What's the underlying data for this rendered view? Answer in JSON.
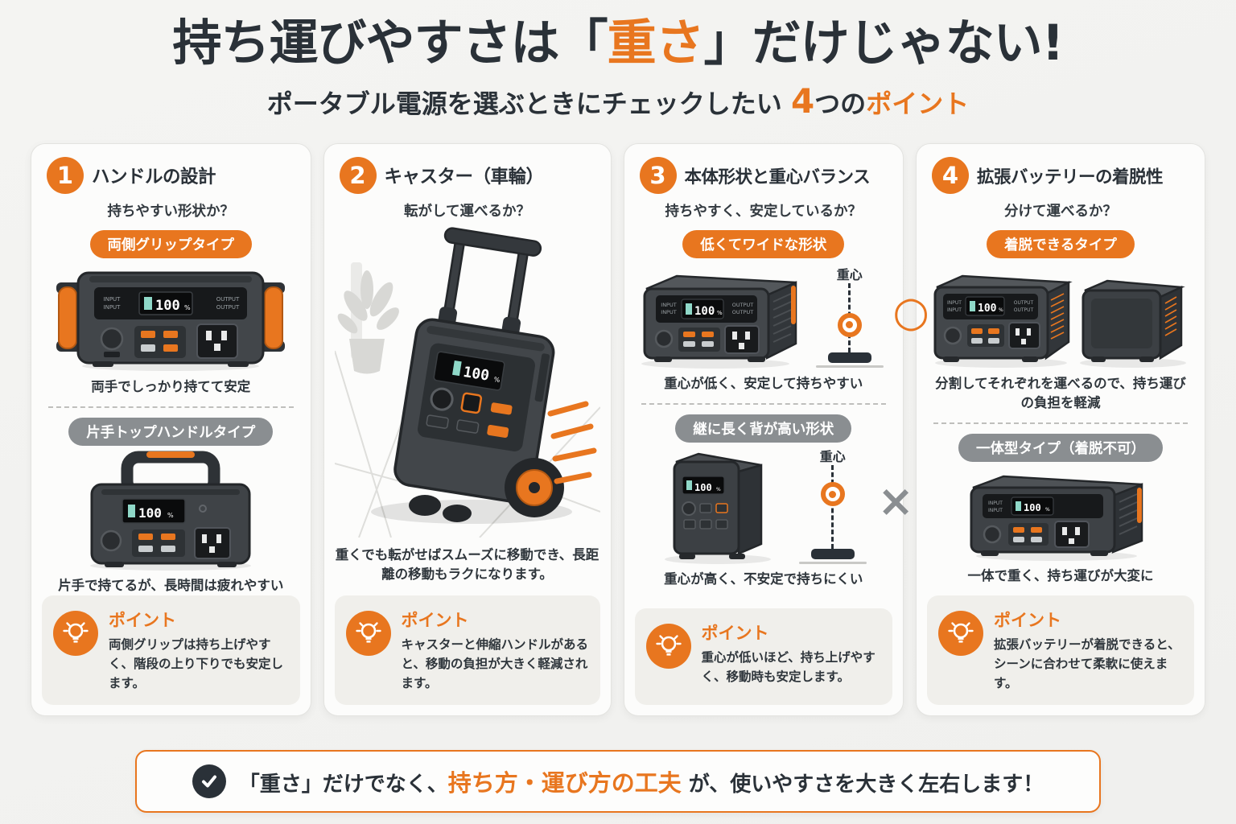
{
  "page": {
    "title": {
      "pre": "持ち運びやすさは",
      "bracket_open": "「",
      "accent": "重さ",
      "bracket_close": "」",
      "post": "だけじゃない!"
    },
    "subtitle": {
      "pre": "ポータブル電源を選ぶときにチェックしたい ",
      "num": "4",
      "mid": "つの",
      "accent": "ポイント"
    }
  },
  "device": {
    "display_pct": "100",
    "pct_sign": "%",
    "input_label": "INPUT",
    "output_label": "OUTPUT"
  },
  "cards": [
    {
      "number": "1",
      "title": "ハンドルの設計",
      "question": "持ちやすい形状か？",
      "sections": [
        {
          "badge": "両側グリップタイプ",
          "caption": "両手でしっかり持てて安定"
        },
        {
          "badge": "片手トップハンドルタイプ",
          "caption": "片手で持てるが、長時間は疲れやすい"
        }
      ],
      "point": {
        "label": "ポイント",
        "text": "両側グリップは持ち上げやすく、階段の上り下りでも安定します。"
      }
    },
    {
      "number": "2",
      "title": "キャスター（車輪）",
      "question": "転がして運べるか？",
      "caption": "重くでも転がせばスムーズに移動でき、長距離の移動もラクになります。",
      "point": {
        "label": "ポイント",
        "text": "キャスターと伸縮ハンドルがあると、移動の負担が大きく軽減されます。"
      }
    },
    {
      "number": "3",
      "title": "本体形状と重心バランス",
      "question": "持ちやすく、安定しているか？",
      "sections": [
        {
          "badge": "低くてワイドな形状",
          "caption": "重心が低く、安定して持ちやすい",
          "cg_label": "重心",
          "mark": "○"
        },
        {
          "badge": "継に長く背が高い形状",
          "caption": "重心が高く、不安定で持ちにくい",
          "cg_label": "重心",
          "mark": "×"
        }
      ],
      "point": {
        "label": "ポイント",
        "text": "重心が低いほど、持ち上げやすく、移動時も安定します。"
      }
    },
    {
      "number": "4",
      "title": "拡張バッテリーの着脱性",
      "question": "分けて運べるか？",
      "sections": [
        {
          "badge": "着脱できるタイプ",
          "caption": "分割してそれぞれを運べるので、持ち運びの負担を軽減"
        },
        {
          "badge": "一体型タイプ（着脱不可）",
          "caption": "一体で重く、持ち運びが大変に"
        }
      ],
      "point": {
        "label": "ポイント",
        "text": "拡張バッテリーが着脱できると、シーンに合わせて柔軟に使えます。"
      }
    }
  ],
  "footer": {
    "pre": "「重さ」だけでなく、",
    "accent": "持ち方・運び方の工夫",
    "post": " が、使いやすさを大きく左右します！"
  },
  "colors": {
    "accent": "#E8761F",
    "dark": "#2A3138",
    "gray_badge": "#8A8E91"
  }
}
